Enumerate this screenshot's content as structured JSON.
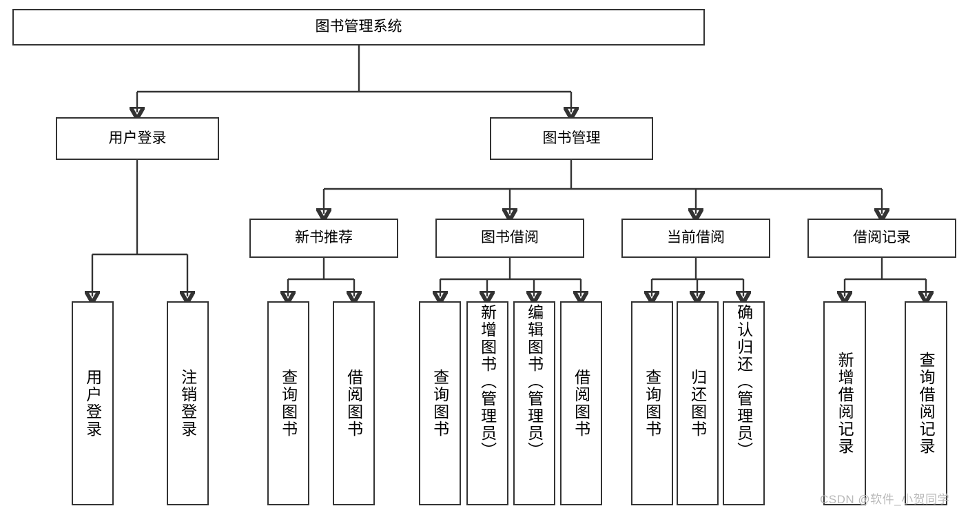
{
  "diagram": {
    "title": "图书管理系统",
    "type": "hierarchy-tree",
    "root": {
      "label": "图书管理系统"
    },
    "level2": [
      {
        "label": "用户登录"
      },
      {
        "label": "图书管理"
      }
    ],
    "level3": [
      {
        "label": "新书推荐"
      },
      {
        "label": "图书借阅"
      },
      {
        "label": "当前借阅"
      },
      {
        "label": "借阅记录"
      }
    ],
    "leaves": {
      "user_login": [
        {
          "label": "用户登录"
        },
        {
          "label": "注销登录"
        }
      ],
      "new_book_recommend": [
        {
          "label": "查询图书"
        },
        {
          "label": "借阅图书"
        }
      ],
      "book_borrow": [
        {
          "label": "查询图书"
        },
        {
          "label": "新增图书（管理员）"
        },
        {
          "label": "编辑图书（管理员）"
        },
        {
          "label": "借阅图书"
        }
      ],
      "current_borrow": [
        {
          "label": "查询图书"
        },
        {
          "label": "归还图书"
        },
        {
          "label": "确认归还（管理员）"
        }
      ],
      "borrow_record": [
        {
          "label": "新增借阅记录"
        },
        {
          "label": "查询借阅记录"
        }
      ]
    }
  },
  "watermark": {
    "text": "CSDN @软件_小贺同学"
  },
  "colors": {
    "stroke": "#333333",
    "background": "#ffffff",
    "watermark": "#b9b9b9"
  }
}
